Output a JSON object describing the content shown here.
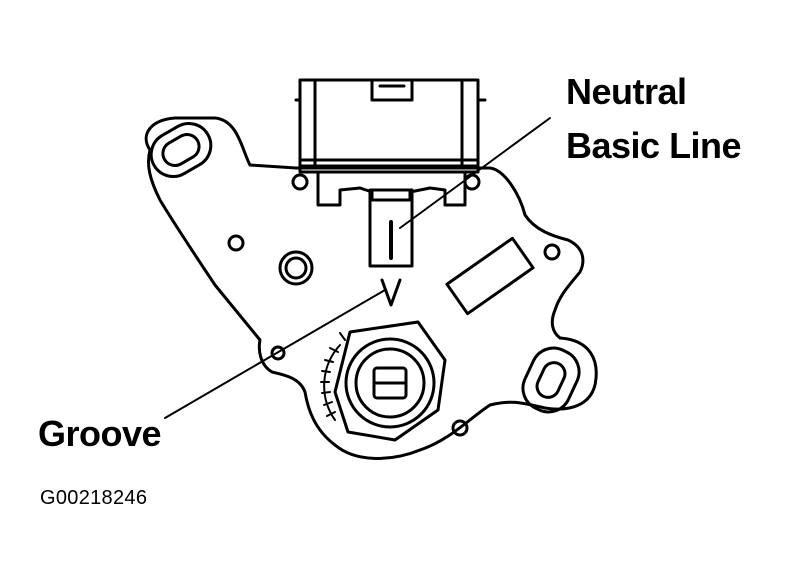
{
  "labels": {
    "neutral_basic_line_1": "Neutral",
    "neutral_basic_line_2": "Basic Line",
    "groove": "Groove"
  },
  "figure_id": "G00218246",
  "colors": {
    "ink": "#000000",
    "paper": "#ffffff"
  }
}
